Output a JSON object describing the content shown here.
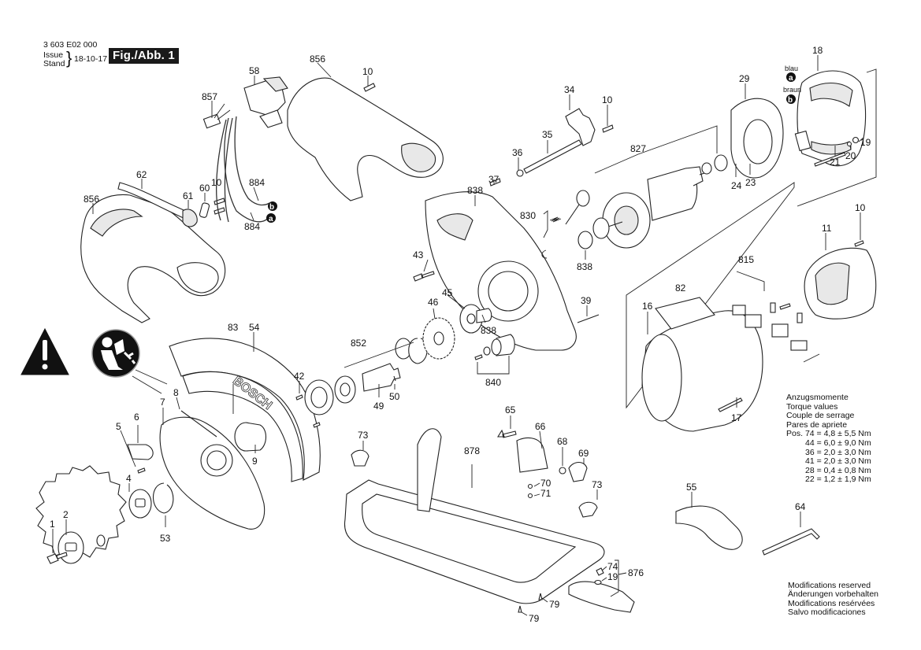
{
  "header": {
    "doc_number": "3 603 E02 000",
    "issue_label": "Issue",
    "stand_label": "Stand",
    "date": "18-10-17",
    "figure_label": "Fig./Abb. 1"
  },
  "warning_icons": [
    {
      "name": "warning-triangle-icon",
      "meaning": "caution"
    },
    {
      "name": "read-manual-icon",
      "meaning": "read operating instructions"
    }
  ],
  "wire_badges": [
    {
      "letter": "a",
      "color_label": "blau"
    },
    {
      "letter": "b",
      "color_label": "braun"
    }
  ],
  "wire_badges_lower": [
    {
      "letter": "b"
    },
    {
      "letter": "a"
    }
  ],
  "callouts": {
    "c1": "1",
    "c2": "2",
    "c4": "4",
    "c5": "5",
    "c6": "6",
    "c7": "7",
    "c8": "8",
    "c9": "9",
    "c10a": "10",
    "c10b": "10",
    "c10c": "10",
    "c10d": "10",
    "c11": "11",
    "c16": "16",
    "c17": "17",
    "c18": "18",
    "c19a": "19",
    "c19b": "19",
    "c20": "20",
    "c21": "21",
    "c23": "23",
    "c24": "24",
    "c29": "29",
    "c34": "34",
    "c35": "35",
    "c36": "36",
    "c37": "37",
    "c39": "39",
    "c42": "42",
    "c43": "43",
    "c45": "45",
    "c46": "46",
    "c49": "49",
    "c50": "50",
    "c53": "53",
    "c54": "54",
    "c55": "55",
    "c58": "58",
    "c60": "60",
    "c61": "61",
    "c62": "62",
    "c64": "64",
    "c65": "65",
    "c66": "66",
    "c68": "68",
    "c69": "69",
    "c70": "70",
    "c71": "71",
    "c73a": "73",
    "c73b": "73",
    "c74": "74",
    "c79a": "79",
    "c79b": "79",
    "c82": "82",
    "c83": "83",
    "c815": "815",
    "c827": "827",
    "c830": "830",
    "c838a": "838",
    "c838b": "838",
    "c838c": "838",
    "c840": "840",
    "c852": "852",
    "c856a": "856",
    "c856b": "856",
    "c857": "857",
    "c876": "876",
    "c878": "878",
    "c884a": "884",
    "c884b": "884"
  },
  "torque_values": {
    "title_de": "Anzugsmomente",
    "title_en": "Torque values",
    "title_fr": "Couple de serrage",
    "title_es": "Pares de apriete",
    "rows": [
      {
        "prefix": "Pos.",
        "position": "74",
        "value": "4,8 ± 5,5 Nm"
      },
      {
        "prefix": "",
        "position": "44",
        "value": "6,0 ± 9,0 Nm"
      },
      {
        "prefix": "",
        "position": "36",
        "value": "2,0 ± 3,0 Nm"
      },
      {
        "prefix": "",
        "position": "41",
        "value": "2,0 ± 3,0 Nm"
      },
      {
        "prefix": "",
        "position": "28",
        "value": "0,4 ± 0,8 Nm"
      },
      {
        "prefix": "",
        "position": "22",
        "value": "1,2 ± 1,9 Nm"
      }
    ]
  },
  "modifications_note": [
    "Modifications reserved",
    "Änderungen vorbehalten",
    "Modifications resérvées",
    "Salvo modificaciones"
  ],
  "guard_brand": "BOSCH"
}
